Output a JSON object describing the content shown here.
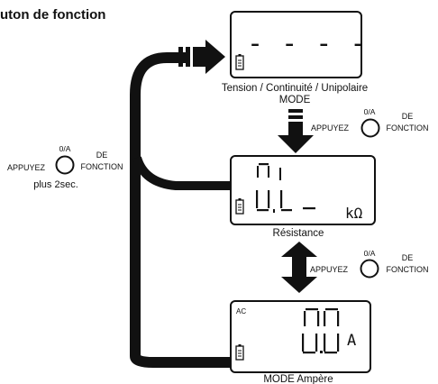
{
  "title": "uton de fonction",
  "modes": {
    "voltage": {
      "label_line1": "Tension / Continuité / Unipolaire",
      "label_line2": "MODE",
      "display": "- - - -"
    },
    "resistance": {
      "label": "Résistance",
      "display_top": "0 L",
      "display_bottom": "0 L",
      "unit": "kΩ"
    },
    "ampere": {
      "label": "MODE Ampère",
      "display": "0.0",
      "unit": "A",
      "ac_symbol": "AC"
    }
  },
  "press_left": {
    "appuyez": "APPUYEZ",
    "symbol": "0/A",
    "de": "DE",
    "fonction": "FONCTION",
    "duration": "plus 2sec."
  },
  "press_mid1": {
    "appuyez": "APPUYEZ",
    "symbol": "0/A",
    "de": "DE",
    "fonction": "FONCTION"
  },
  "press_mid2": {
    "appuyez": "APPUYEZ",
    "symbol": "0/A",
    "de": "DE",
    "fonction": "FONCTION"
  },
  "colors": {
    "ink": "#111111",
    "panel": "#ffffff"
  }
}
